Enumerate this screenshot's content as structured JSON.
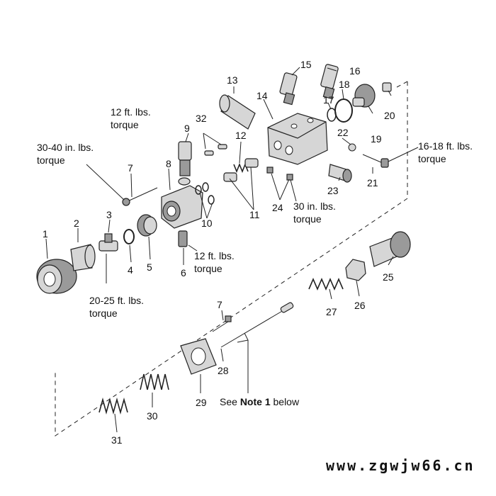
{
  "part_numbers": [
    "1",
    "2",
    "3",
    "4",
    "5",
    "6",
    "7",
    "8",
    "9",
    "10",
    "11",
    "12",
    "13",
    "14",
    "15",
    "16",
    "17",
    "18",
    "19",
    "20",
    "21",
    "22",
    "23",
    "24",
    "25",
    "26",
    "27",
    "7",
    "28",
    "29",
    "30",
    "31",
    "32"
  ],
  "torque_notes": {
    "t7": [
      "30-40 in. lbs.",
      "torque"
    ],
    "t9": [
      "12 ft. lbs.",
      "torque"
    ],
    "t6": [
      "12 ft. lbs.",
      "torque"
    ],
    "t3": [
      "20-25 ft. lbs.",
      "torque"
    ],
    "t21": [
      "16-18 ft. lbs.",
      "torque"
    ],
    "t24": [
      "30 in. lbs.",
      "torque"
    ]
  },
  "note": {
    "prefix": "See ",
    "bold": "Note 1",
    "suffix": " below"
  },
  "watermark": "www.zgwjw66.cn"
}
